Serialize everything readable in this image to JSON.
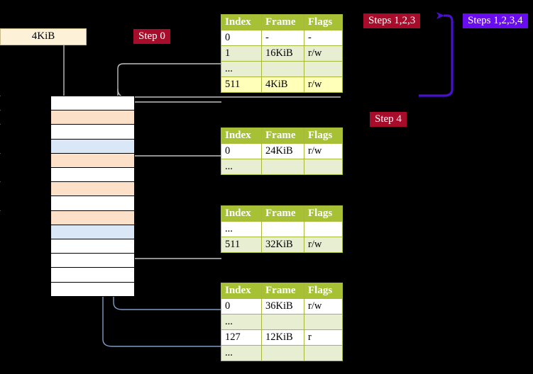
{
  "title": "x86-64 four-level page table walk diagram",
  "labels": {
    "kbox": "4KiB",
    "step0": "Step 0",
    "steps123": "Steps 1,2,3",
    "steps1234": "Steps 1,2,3,4",
    "step4": "Step 4"
  },
  "colors": {
    "badge_red": "#a80c2b",
    "badge_blue": "#6a0cf0",
    "table_header": "#a6c234",
    "table_border": "#a8b83a",
    "row_tint": "#e8eed2",
    "row_highlight": "#ffffba",
    "kbox_fill": "#fdf2d8",
    "mem_orange": "#fde0c8",
    "mem_blue": "#d9e7f7",
    "arrow_gray": "#b3b3b3",
    "arrow_blue": "#5f85b8",
    "arrow_purple": "#4a10d0"
  },
  "columns": [
    "Index",
    "Frame",
    "Flags"
  ],
  "tables": [
    {
      "name": "pml4-table",
      "rows": [
        {
          "style": "white",
          "cells": [
            "0",
            "-",
            "-"
          ]
        },
        {
          "style": "tint",
          "cells": [
            "1",
            "16KiB",
            "r/w"
          ]
        },
        {
          "style": "tint",
          "cells": [
            "...",
            "",
            ""
          ]
        },
        {
          "style": "hl",
          "cells": [
            "511",
            "4KiB",
            "r/w"
          ]
        }
      ]
    },
    {
      "name": "pdpt-table",
      "rows": [
        {
          "style": "white",
          "cells": [
            "0",
            "24KiB",
            "r/w"
          ]
        },
        {
          "style": "tint",
          "cells": [
            "...",
            "",
            ""
          ]
        }
      ]
    },
    {
      "name": "pd-table",
      "rows": [
        {
          "style": "white",
          "cells": [
            "...",
            "",
            ""
          ]
        },
        {
          "style": "tint",
          "cells": [
            "511",
            "32KiB",
            "r/w"
          ]
        }
      ]
    },
    {
      "name": "pt-table",
      "rows": [
        {
          "style": "white",
          "cells": [
            "0",
            "36KiB",
            "r/w"
          ]
        },
        {
          "style": "tint",
          "cells": [
            "...",
            "",
            ""
          ]
        },
        {
          "style": "white",
          "cells": [
            "127",
            "12KiB",
            "r"
          ]
        },
        {
          "style": "tint",
          "cells": [
            "...",
            "",
            ""
          ]
        }
      ]
    }
  ],
  "memory_blocks": [
    {
      "style": "white",
      "tick": true
    },
    {
      "style": "orange",
      "tick": true
    },
    {
      "style": "white",
      "tick": true
    },
    {
      "style": "blue",
      "tick": false
    },
    {
      "style": "orange",
      "tick": true
    },
    {
      "style": "white",
      "tick": false
    },
    {
      "style": "orange",
      "tick": true
    },
    {
      "style": "white",
      "tick": false
    },
    {
      "style": "orange",
      "tick": true
    },
    {
      "style": "blue",
      "tick": false
    },
    {
      "style": "white",
      "tick": false
    },
    {
      "style": "white",
      "tick": false
    },
    {
      "style": "white",
      "tick": false
    },
    {
      "style": "white",
      "tick": false
    }
  ]
}
